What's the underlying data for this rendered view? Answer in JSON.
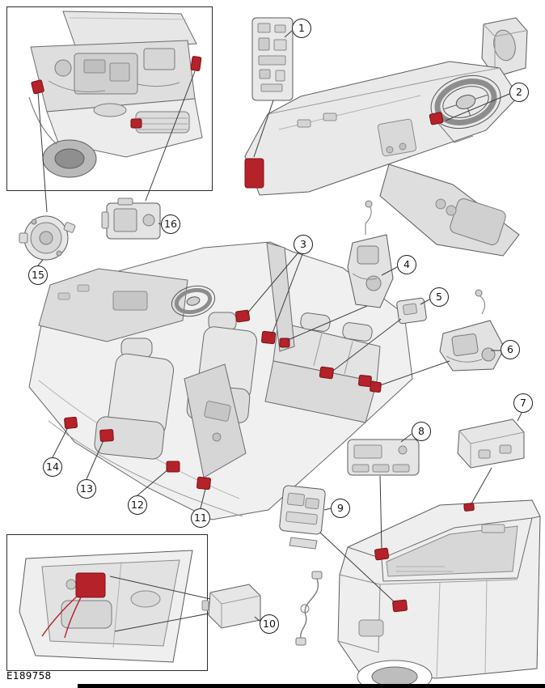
{
  "figure": {
    "id": "E189758"
  },
  "colors": {
    "highlight": "#b5222a",
    "highlight_dark": "#7a1216",
    "outline": "#3c3c3c"
  },
  "callouts": [
    {
      "label": "1"
    },
    {
      "label": "2"
    },
    {
      "label": "3"
    },
    {
      "label": "4"
    },
    {
      "label": "5"
    },
    {
      "label": "6"
    },
    {
      "label": "7"
    },
    {
      "label": "8"
    },
    {
      "label": "9"
    },
    {
      "label": "10"
    },
    {
      "label": "11"
    },
    {
      "label": "12"
    },
    {
      "label": "13"
    },
    {
      "label": "14"
    },
    {
      "label": "15"
    },
    {
      "label": "16"
    }
  ]
}
